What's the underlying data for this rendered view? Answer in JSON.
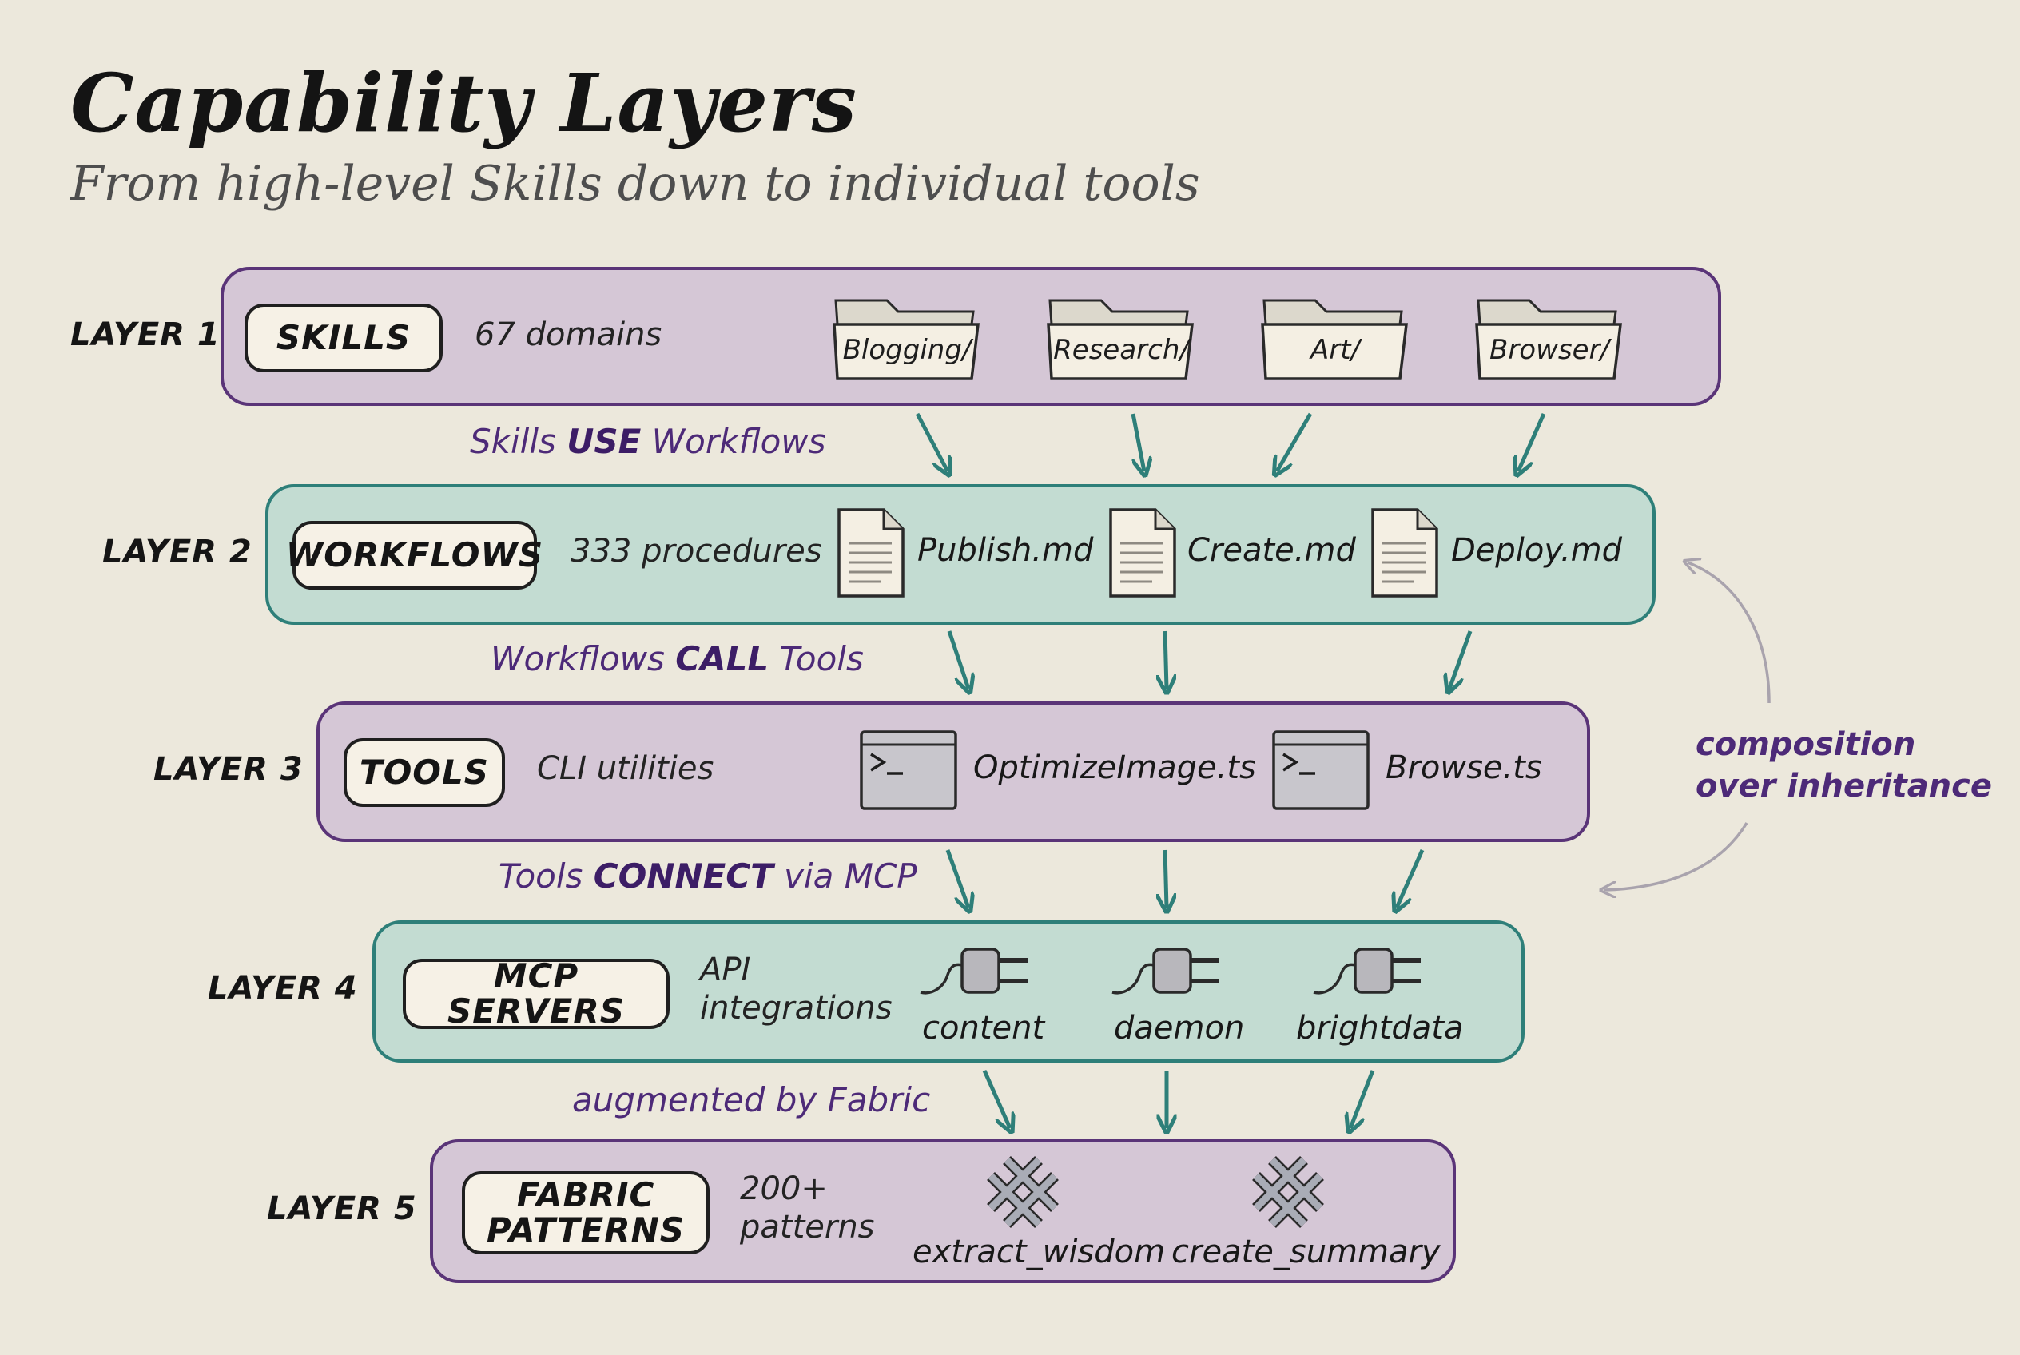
{
  "title": "Capability Layers",
  "subtitle": "From high-level Skills down to individual tools",
  "colors": {
    "background": "#ece8dc",
    "purple_band": "#d5c7d6",
    "purple_border": "#5a3478",
    "teal_band": "#c3dcd2",
    "teal_border": "#2e7f79",
    "arrow": "#2e7f79",
    "connector_text": "#4d2a78"
  },
  "layers": [
    {
      "label": "LAYER 1",
      "name": "SKILLS",
      "description": "67 domains",
      "icon": "folder-icon",
      "items": [
        "Blogging/",
        "Research/",
        "Art/",
        "Browser/"
      ]
    },
    {
      "label": "LAYER 2",
      "name": "WORKFLOWS",
      "description": "333 procedures",
      "icon": "document-icon",
      "items": [
        "Publish.md",
        "Create.md",
        "Deploy.md"
      ]
    },
    {
      "label": "LAYER 3",
      "name": "TOOLS",
      "description": "CLI utilities",
      "icon": "terminal-icon",
      "items": [
        "OptimizeImage.ts",
        "Browse.ts"
      ]
    },
    {
      "label": "LAYER 4",
      "name": "MCP SERVERS",
      "description_lines": [
        "API",
        "integrations"
      ],
      "icon": "plug-icon",
      "items": [
        "content",
        "daemon",
        "brightdata"
      ]
    },
    {
      "label": "LAYER 5",
      "name_lines": [
        "FABRIC",
        "PATTERNS"
      ],
      "description_lines": [
        "200+",
        "patterns"
      ],
      "icon": "knot-icon",
      "items": [
        "extract_wisdom",
        "create_summary"
      ]
    }
  ],
  "connectors": [
    {
      "pre": "Skills ",
      "verb": "USE",
      "post": " Workflows"
    },
    {
      "pre": "Workflows ",
      "verb": "CALL",
      "post": " Tools"
    },
    {
      "pre": "Tools ",
      "verb": "CONNECT",
      "post": " via MCP"
    },
    {
      "pre": "augmented by Fabric",
      "verb": "",
      "post": ""
    }
  ],
  "side_note": {
    "line1": "composition",
    "line2": "over inheritance"
  }
}
